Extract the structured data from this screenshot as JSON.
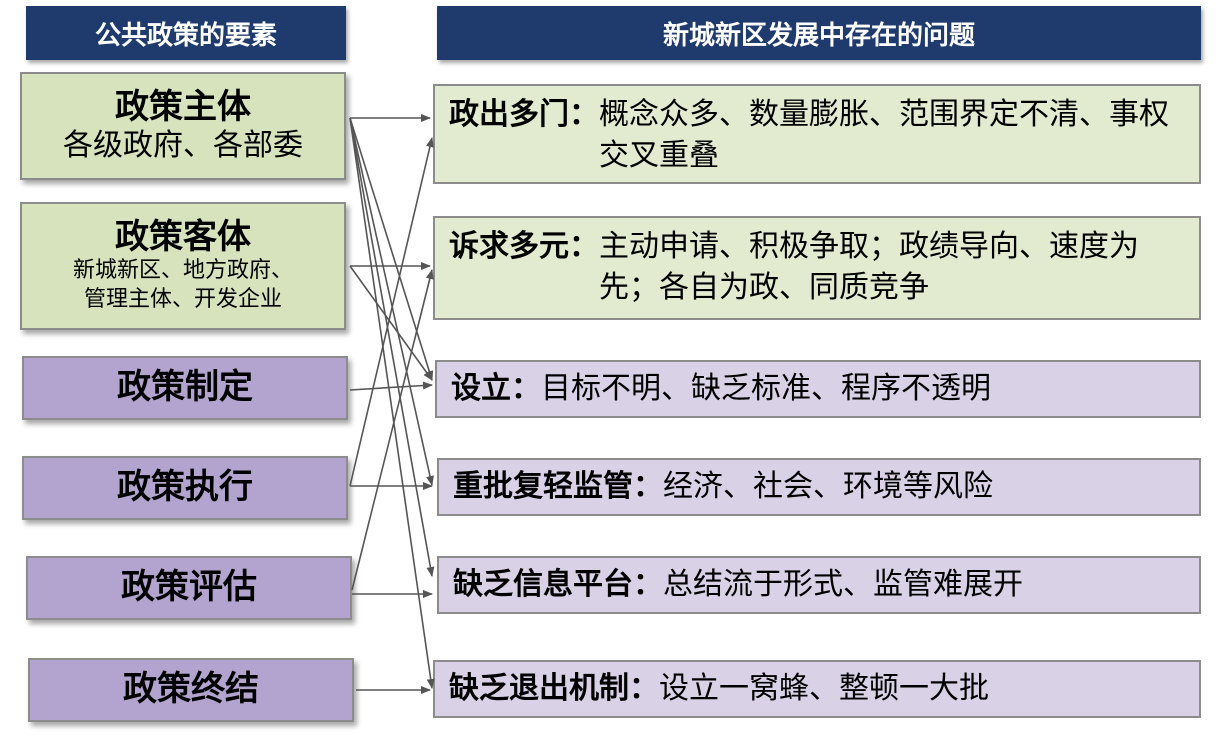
{
  "headers": {
    "left": "公共政策的要素",
    "right": "新城新区发展中存在的问题"
  },
  "elements": [
    {
      "title": "政策主体",
      "subtitle": "各级政府、各部委"
    },
    {
      "title": "政策客体",
      "subtitle_line1": "新城新区、地方政府、",
      "subtitle_line2": "管理主体、开发企业"
    },
    {
      "title": "政策制定"
    },
    {
      "title": "政策执行"
    },
    {
      "title": "政策评估"
    },
    {
      "title": "政策终结"
    }
  ],
  "problems": [
    {
      "key": "政出多门：",
      "desc": "概念众多、数量膨胀、范围界定不清、事权交叉重叠"
    },
    {
      "key": "诉求多元：",
      "desc": "主动申请、积极争取；政绩导向、速度为先；各自为政、同质竞争"
    },
    {
      "key": "设立：",
      "desc": "目标不明、缺乏标准、程序不透明"
    },
    {
      "key": "重批复轻监管：",
      "desc": "经济、社会、环境等风险"
    },
    {
      "key": "缺乏信息平台：",
      "desc": "总结流于形式、监管难展开"
    },
    {
      "key": "缺乏退出机制：",
      "desc": "设立一窝蜂、整顿一大批"
    }
  ],
  "colors": {
    "header": "#1f3b6e",
    "green": "#d6e3bd",
    "purple": "#b3a4cf",
    "arrow": "#555555"
  }
}
